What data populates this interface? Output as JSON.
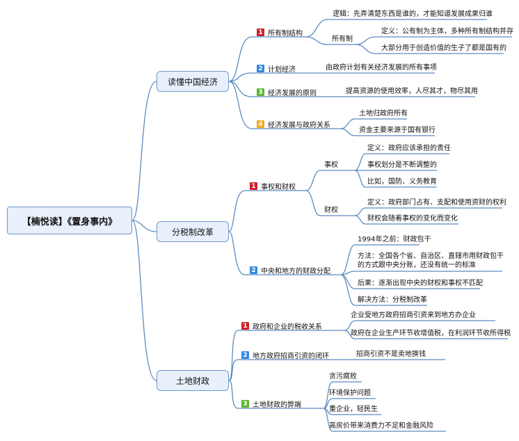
{
  "root": "【楠悦读】《置身事内》",
  "colors": {
    "line": "#5b8ac0",
    "box_fill": "#e8f0fb",
    "box_border": "#6e98c8",
    "badge_1": "#d0212a",
    "badge_2": "#3389e0",
    "badge_3": "#5cb531",
    "badge_4": "#f2a71b"
  },
  "branches": [
    {
      "title": "读懂中国经济",
      "children": [
        {
          "num": "1",
          "label": "所有制结构",
          "children": [
            {
              "label": "逻辑：先弄清楚东西是谁的，才能知道发展成果归谁"
            },
            {
              "label": "所有制",
              "children": [
                {
                  "label": "定义：公有制为主体，多种所有制结构并存"
                },
                {
                  "label": "大部分用于创造价值的生子了都是国有的"
                }
              ]
            }
          ]
        },
        {
          "num": "2",
          "label": "计划经济",
          "children": [
            {
              "label": "由政府计划有关经济发展的所有事项"
            }
          ]
        },
        {
          "num": "3",
          "label": "经济发展的原则",
          "children": [
            {
              "label": "提高资源的使用效率，人尽其才，物尽其用"
            }
          ]
        },
        {
          "num": "4",
          "label": "经济发展与政府关系",
          "children": [
            {
              "label": "土地归政府所有"
            },
            {
              "label": "资金主要来源于国有银行"
            }
          ]
        }
      ]
    },
    {
      "title": "分税制改革",
      "children": [
        {
          "num": "1",
          "label": "事权和财权",
          "children": [
            {
              "label": "事权",
              "children": [
                {
                  "label": "定义：政府应该承担的责任"
                },
                {
                  "label": "事权划分是不断调整的"
                },
                {
                  "label": "比如，国防、义务教育"
                }
              ]
            },
            {
              "label": "财权",
              "children": [
                {
                  "label": "定义：政府部门占有、支配和使用资财的权利"
                },
                {
                  "label": "财权会随着事权的变化而变化"
                }
              ]
            }
          ]
        },
        {
          "num": "2",
          "label": "中央和地方的财政分配",
          "children": [
            {
              "label": "1994年之前：财政包干"
            },
            {
              "label": "方法：全国各个省、自治区、直辖市用财政包干的方式跟中央分账，还没有统一的标准"
            },
            {
              "label": "后果：逐渐出现中央的财权和事权不匹配"
            },
            {
              "label": "解决方法：分税制改革"
            }
          ]
        }
      ]
    },
    {
      "title": "土地财政",
      "children": [
        {
          "num": "1",
          "label": "政府和企业的税收关系",
          "children": [
            {
              "label": "企业受地方政府招商引资来到地方办企业"
            },
            {
              "label": "政府在企业生产环节收增值税，在利润环节收所得税"
            }
          ]
        },
        {
          "num": "2",
          "label": "地方政府招商引资的闭环",
          "children": [
            {
              "label": "招商引资不是卖地换钱"
            }
          ]
        },
        {
          "num": "3",
          "label": "土地财政的弊端",
          "children": [
            {
              "label": "贪污腐败"
            },
            {
              "label": "环境保护问题"
            },
            {
              "label": "重企业，轻民生"
            },
            {
              "label": "高房价带来消费力不足和金融风险"
            }
          ]
        }
      ]
    }
  ]
}
